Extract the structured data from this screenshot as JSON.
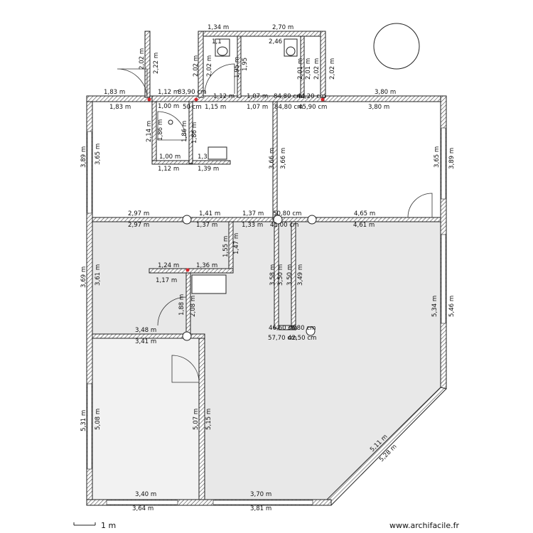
{
  "colors": {
    "floor_grey": "#e8e8e8",
    "floor_light": "#f2f2f2",
    "wall_hatch": "#444444",
    "accent_red": "#d8262c"
  },
  "scale_bar": {
    "label": "1 m"
  },
  "watermark": {
    "text": "www.archifacile.fr"
  },
  "dimensions": {
    "d01": "1,34 m",
    "d02": "2,70 m",
    "d03": "1,1",
    "d04": "2,46",
    "d05": "2,02 m",
    "d06": "2,02 m",
    "d07": "2,02 m",
    "d08": "2,02 m",
    "d09": "1,95 m",
    "d10": "1,95",
    "d11": "2,01 m",
    "d12": "2,01 m",
    "d13": "2,02 m",
    "d14": "2,02 m",
    "d15": "2,22 m",
    "d16": "1,83 m",
    "d17": "1,83 m",
    "d18": "1,12 m",
    "d19": "83,90 cm",
    "d20": "1,12 m",
    "d21": "1,07 m",
    "d22": "84,80 cm",
    "d23": "44,20 cm",
    "d24": "3,80 m",
    "d25": "1,00 m",
    "d26": "50 cm",
    "d27": "1,15 m",
    "d28": "1,07 m",
    "d29": "84,80 cm",
    "d30": "45,90 cm",
    "d31": "3,80 m",
    "d32": "2,14 m",
    "d33": "1,86 m",
    "d34": "1,86 m",
    "d35": "1,86 m",
    "d36": "1,00 m",
    "d37": "1,3",
    "d38": "1,12 m",
    "d39": "1,39 m",
    "d40": "3,89 m",
    "d41": "3,65 m",
    "d42": "3,66 m",
    "d43": "3,66 m",
    "d44": "3,65 m",
    "d45": "3,89 m",
    "d46": "2,97 m",
    "d47": "1,41 m",
    "d48": "1,37 m",
    "d49": "50,80 cm",
    "d50": "4,65 m",
    "d51": "2,97 m",
    "d52": "1,37 m",
    "d53": "1,33 m",
    "d54": "41,00 cm",
    "d55": "4,61 m",
    "d56": "1,55 m",
    "d57": "1,47 m",
    "d58": "1,24 m",
    "d59": "1,36 m",
    "d60": "1,17 m",
    "d61": "3,69 m",
    "d62": "3,61 m",
    "d63": "3,58 m",
    "d64": "3,50 m",
    "d65": "3,50 m",
    "d66": "3,49 m",
    "d67": "1,88 m",
    "d68": "2,08 m",
    "d69": "5,34 m",
    "d70": "5,46 m",
    "d71": "3,48 m",
    "d72": "3,41 m",
    "d73": "46,60 cm",
    "d74": "38,80 cm",
    "d75": "57,70 cm",
    "d76": "42,50 cm",
    "d77": "5,31 m",
    "d78": "5,08 m",
    "d79": "5,07 m",
    "d80": "5,15 m",
    "d81": "5,11 m",
    "d82": "5,28 m",
    "d83": "3,40 m",
    "d84": "3,70 m",
    "d85": "3,64 m",
    "d86": "3,81 m"
  }
}
